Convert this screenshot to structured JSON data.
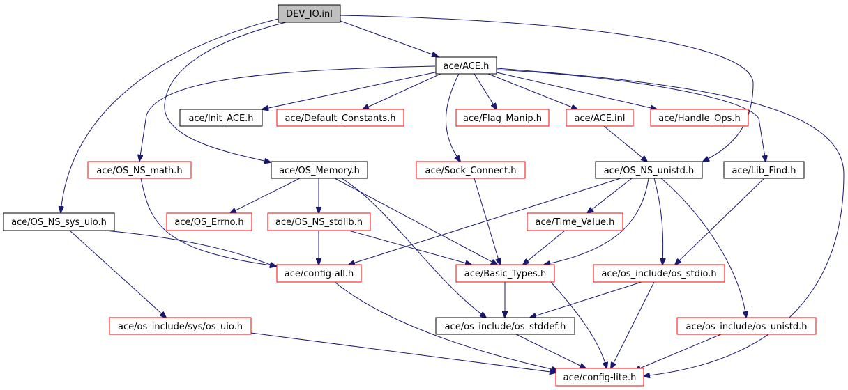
{
  "colors": {
    "edge": "#191970",
    "node_black_border": "#000000",
    "node_red_border": "#ff0000",
    "root_fill": "#bfbfbf",
    "node_fill": "#ffffff"
  },
  "nodes": {
    "dev_io_inl": {
      "label": "DEV_IO.inl",
      "style": "root"
    },
    "ace_h": {
      "label": "ace/ACE.h",
      "style": "black"
    },
    "init_ace_h": {
      "label": "ace/Init_ACE.h",
      "style": "black"
    },
    "default_constants_h": {
      "label": "ace/Default_Constants.h",
      "style": "red"
    },
    "flag_manip_h": {
      "label": "ace/Flag_Manip.h",
      "style": "red"
    },
    "ace_inl": {
      "label": "ace/ACE.inl",
      "style": "red"
    },
    "handle_ops_h": {
      "label": "ace/Handle_Ops.h",
      "style": "red"
    },
    "os_ns_math_h": {
      "label": "ace/OS_NS_math.h",
      "style": "red"
    },
    "os_memory_h": {
      "label": "ace/OS_Memory.h",
      "style": "black"
    },
    "sock_connect_h": {
      "label": "ace/Sock_Connect.h",
      "style": "red"
    },
    "os_ns_unistd_h": {
      "label": "ace/OS_NS_unistd.h",
      "style": "black"
    },
    "lib_find_h": {
      "label": "ace/Lib_Find.h",
      "style": "black"
    },
    "os_ns_sys_uio_h": {
      "label": "ace/OS_NS_sys_uio.h",
      "style": "black"
    },
    "os_errno_h": {
      "label": "ace/OS_Errno.h",
      "style": "red"
    },
    "os_ns_stdlib_h": {
      "label": "ace/OS_NS_stdlib.h",
      "style": "red"
    },
    "time_value_h": {
      "label": "ace/Time_Value.h",
      "style": "red"
    },
    "config_all_h": {
      "label": "ace/config-all.h",
      "style": "red"
    },
    "basic_types_h": {
      "label": "ace/Basic_Types.h",
      "style": "red"
    },
    "os_stdio_h": {
      "label": "ace/os_include/os_stdio.h",
      "style": "red"
    },
    "sys_os_uio_h": {
      "label": "ace/os_include/sys/os_uio.h",
      "style": "red"
    },
    "os_stddef_h": {
      "label": "ace/os_include/os_stddef.h",
      "style": "black"
    },
    "os_unistd_h": {
      "label": "ace/os_include/os_unistd.h",
      "style": "red"
    },
    "config_lite_h": {
      "label": "ace/config-lite.h",
      "style": "red"
    }
  }
}
